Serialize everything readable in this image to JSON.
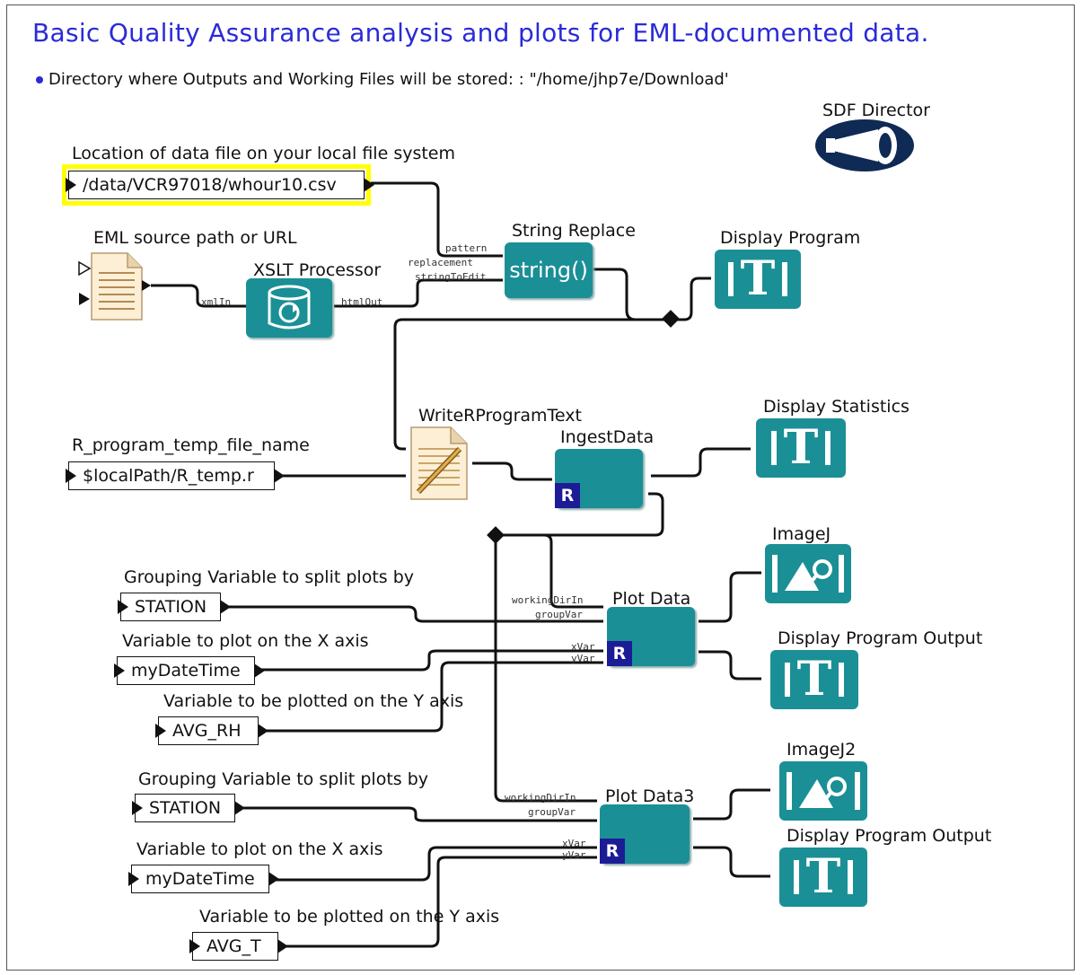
{
  "title": "Basic Quality Assurance analysis and plots for EML-documented data.",
  "parameter": {
    "bullet_text": "Directory where Outputs and Working Files will be stored: : \"/home/jhp7e/Download'"
  },
  "director": {
    "label": "SDF Director",
    "icon": "sdf-director-icon"
  },
  "inputs": {
    "data_file": {
      "label": "Location of data file on your local file system",
      "value": "/data/VCR97018/whour10.csv"
    },
    "eml_source": {
      "label": "EML source path or URL"
    },
    "r_program": {
      "label": "R_program_temp_file_name",
      "value": "$localPath/R_temp.r"
    },
    "group1": {
      "label": "Grouping Variable to split plots by",
      "value": "STATION"
    },
    "x1": {
      "label": "Variable to plot on the X axis",
      "value": "myDateTime"
    },
    "y1": {
      "label": "Variable to be plotted on the Y axis",
      "value": "AVG_RH"
    },
    "group2": {
      "label": "Grouping Variable to split plots by",
      "value": "STATION"
    },
    "x2": {
      "label": "Variable to plot on the X axis",
      "value": "myDateTime"
    },
    "y2": {
      "label": "Variable to be plotted on the Y axis",
      "value": "AVG_T"
    }
  },
  "actors": {
    "xslt": {
      "label": "XSLT Processor",
      "port_in": "xmlIn",
      "port_out": "htmlOut"
    },
    "string_replace": {
      "label": "String Replace",
      "glyph": "string()",
      "ports": [
        "pattern",
        "replacement",
        "stringToEdit"
      ]
    },
    "write_r": {
      "label": "WriteRProgramText"
    },
    "ingest": {
      "label": "IngestData",
      "badge": "R"
    },
    "plot1": {
      "label": "Plot Data",
      "badge": "R",
      "ports": [
        "workingDirIn",
        "groupVar",
        "xVar",
        "yVar"
      ]
    },
    "plot3": {
      "label": "Plot Data3",
      "badge": "R",
      "ports": [
        "workingDirIn",
        "groupVar",
        "xVar",
        "yVar"
      ]
    }
  },
  "outputs": {
    "display_program": {
      "label": "Display Program",
      "glyph": "T"
    },
    "display_statistics": {
      "label": "Display Statistics",
      "glyph": "T"
    },
    "imagej": {
      "label": "ImageJ"
    },
    "display_output1": {
      "label": "Display Program Output",
      "glyph": "T"
    },
    "imagej2": {
      "label": "ImageJ2"
    },
    "display_output2": {
      "label": "Display Program Output",
      "glyph": "T"
    }
  },
  "colors": {
    "actor": "#1b8f96",
    "title": "#2a2ad8",
    "highlight": "#ffff00",
    "badge": "#1c1c96"
  }
}
